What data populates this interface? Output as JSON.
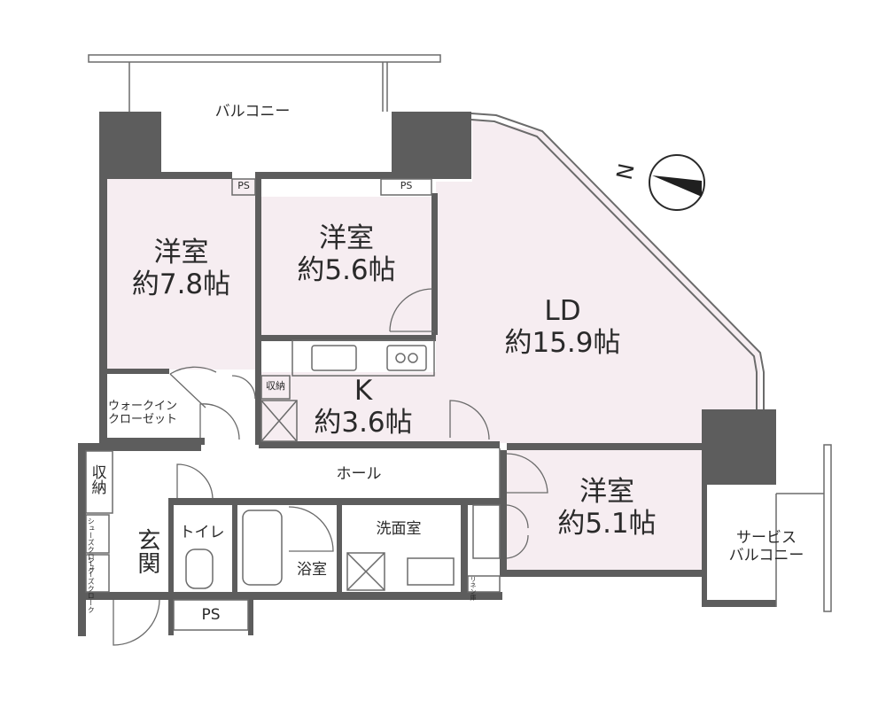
{
  "labels": {
    "balcony": "バルコニー",
    "ps_top_left": "PS",
    "ps_top_mid": "PS",
    "ps_bottom": "PS",
    "room1_name": "洋室",
    "room1_size": "約7.8帖",
    "room2_name": "洋室",
    "room2_size": "約5.6帖",
    "ld_name": "LD",
    "ld_size": "約15.9帖",
    "kitchen_name": "K",
    "kitchen_size": "約3.6帖",
    "storage_small": "収納",
    "walkin_line1": "ウォークイン",
    "walkin_line2": "クローゼット",
    "hall": "ホール",
    "storage_entry": "収納",
    "shoes1": "シューズクローク",
    "shoes2": "シューズクローク",
    "entrance": "玄関",
    "toilet": "トイレ",
    "bath": "浴室",
    "washroom": "洗面室",
    "linen": "リネン庫",
    "room3_name": "洋室",
    "room3_size": "約5.1帖",
    "service_balcony_line1": "サービス",
    "service_balcony_line2": "バルコニー",
    "compass_n": "N"
  },
  "colors": {
    "wall": "#5d5d5d",
    "room_fill": "#f6edf1",
    "line": "#6b6b6b"
  }
}
